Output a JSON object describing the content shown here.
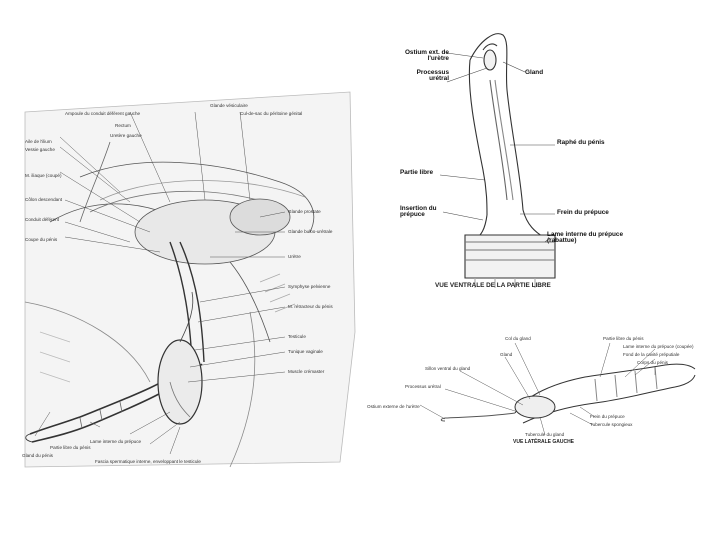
{
  "slide": {
    "left_figure": {
      "labels": [
        "Glande vésiculaire",
        "Cul-de-sac du péritoine génital",
        "Ampoule du conduit déférent gauche",
        "Rectum",
        "Uretère gauche",
        "Aile de l'ilium",
        "Vessie gauche",
        "M. iliaque (coupé)",
        "Côlon descendant",
        "Conduit déférent",
        "Coupe du pénis",
        "Glande prostate",
        "Glande bulbo-urétrale",
        "Urètre",
        "Symphyse pelvienne",
        "M. rétracteur du pénis",
        "Testicule",
        "Tunique vaginale",
        "Muscle crémaster",
        "Gland du pénis",
        "Partie libre du pénis",
        "Lame interne du prépuce",
        "Fascia spermatique interne, enveloppant le testicule"
      ]
    },
    "top_right_figure": {
      "labels": [
        "Ostium ext. de l'urètre",
        "Processus urétral",
        "Gland",
        "Raphé du pénis",
        "Partie libre",
        "Insertion du prépuce",
        "Frein du prépuce",
        "Lame interne du prépuce (rabattue)"
      ],
      "caption": "VUE VENTRALE DE LA PARTIE LIBRE"
    },
    "bottom_right_figure": {
      "labels": [
        "Col du gland",
        "Gland",
        "Partie libre du pénis",
        "Lame interne du prépuce (coupée)",
        "Fond de la cavité préputiale",
        "Corps du pénis",
        "Sillon ventral du gland",
        "Processus urétral",
        "Ostium externe de l'urètre",
        "Frein du prépuce",
        "Tubercule spongieux",
        "Tubercule du gland"
      ],
      "caption": "VUE LATÉRALE GAUCHE"
    }
  }
}
